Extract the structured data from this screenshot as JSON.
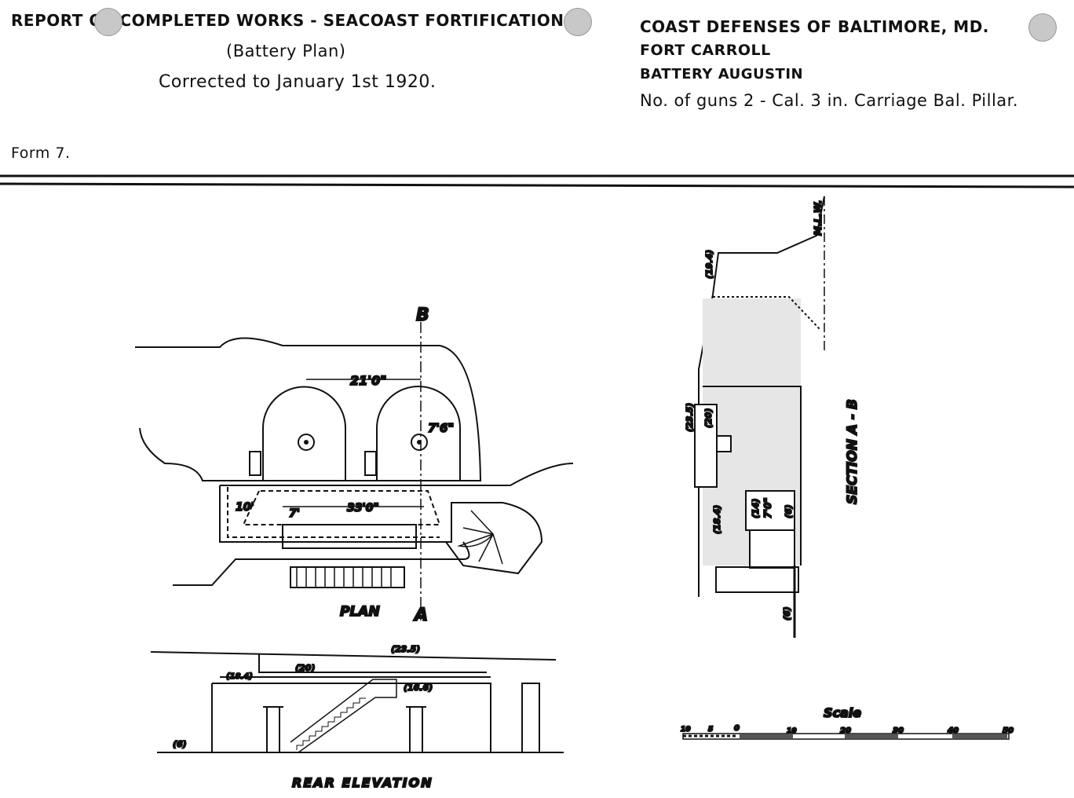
{
  "header_left": {
    "title": "REPORT OF COMPLETED WORKS - SEACOAST FORTIFICATIONS",
    "subtitle": "(Battery Plan)",
    "corrected": "Corrected to January 1st 1920."
  },
  "header_right": {
    "line1": "COAST DEFENSES OF BALTIMORE, MD.",
    "line2": "FORT CARROLL",
    "line3": "BATTERY AUGUSTIN",
    "line4": "No. of guns 2 - Cal. 3 in. Carriage Bal. Pillar."
  },
  "form": "Form 7.",
  "plan": {
    "label": "PLAN",
    "section_a": "A",
    "section_b": "B",
    "dim_width": "21'0\"",
    "dim_radius": "7'6\"",
    "dim_length": "33'0\"",
    "dim_10": "10'",
    "dim_7": "7'"
  },
  "section": {
    "label": "SECTION A - B",
    "mlw": "M.L.W.",
    "elev_194": "(19.4)",
    "elev_235": "(23.5)",
    "elev_20": "(20)",
    "elev_184": "(18.4)",
    "elev_14": "(14)",
    "dim_70": "7'0\"",
    "elev_6a": "(6)",
    "elev_6b": "(6)"
  },
  "rear_elevation": {
    "label": "REAR ELEVATION",
    "elev_235": "(23.5)",
    "elev_20": "(20)",
    "elev_184": "(18.4)",
    "elev_166": "(16.6)",
    "elev_6": "(6)"
  },
  "scale": {
    "title": "Scale",
    "ticks": [
      "10",
      "5",
      "0",
      "10",
      "20",
      "30",
      "40",
      "50"
    ]
  }
}
